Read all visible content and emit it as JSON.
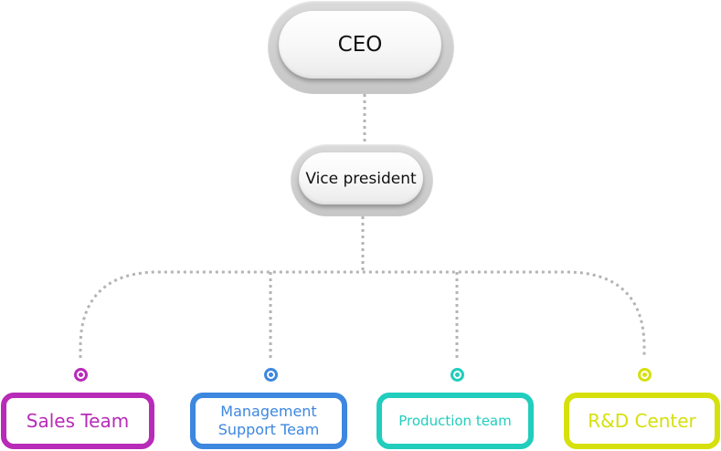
{
  "ceo": {
    "label": "CEO"
  },
  "vice_president": {
    "label": "Vice president"
  },
  "teams": [
    {
      "id": "sales",
      "lines": [
        "Sales Team"
      ],
      "color": "#b82bb8"
    },
    {
      "id": "management",
      "lines": [
        "Management",
        "Support Team"
      ],
      "color": "#3d87df"
    },
    {
      "id": "production",
      "lines": [
        "Production team"
      ],
      "color": "#21cdbd"
    },
    {
      "id": "rd",
      "lines": [
        "R&D Center"
      ],
      "color": "#d6e00d"
    }
  ],
  "connector_color": "#b4b4b4"
}
